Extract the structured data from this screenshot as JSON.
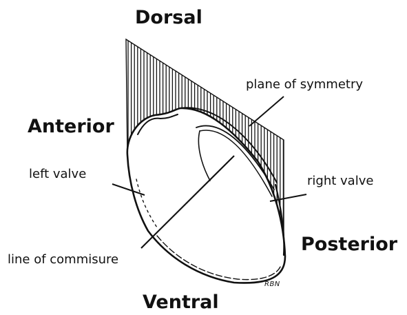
{
  "directions": {
    "dorsal": "Dorsal",
    "ventral": "Ventral",
    "anterior": "Anterior",
    "posterior": "Posterior"
  },
  "parts": {
    "plane_of_symmetry": "plane of symmetry",
    "left_valve": "left valve",
    "right_valve": "right valve",
    "line_of_commisure": "line of commisure"
  },
  "signature": "RBN",
  "colors": {
    "ink": "#111111",
    "background": "#ffffff"
  }
}
